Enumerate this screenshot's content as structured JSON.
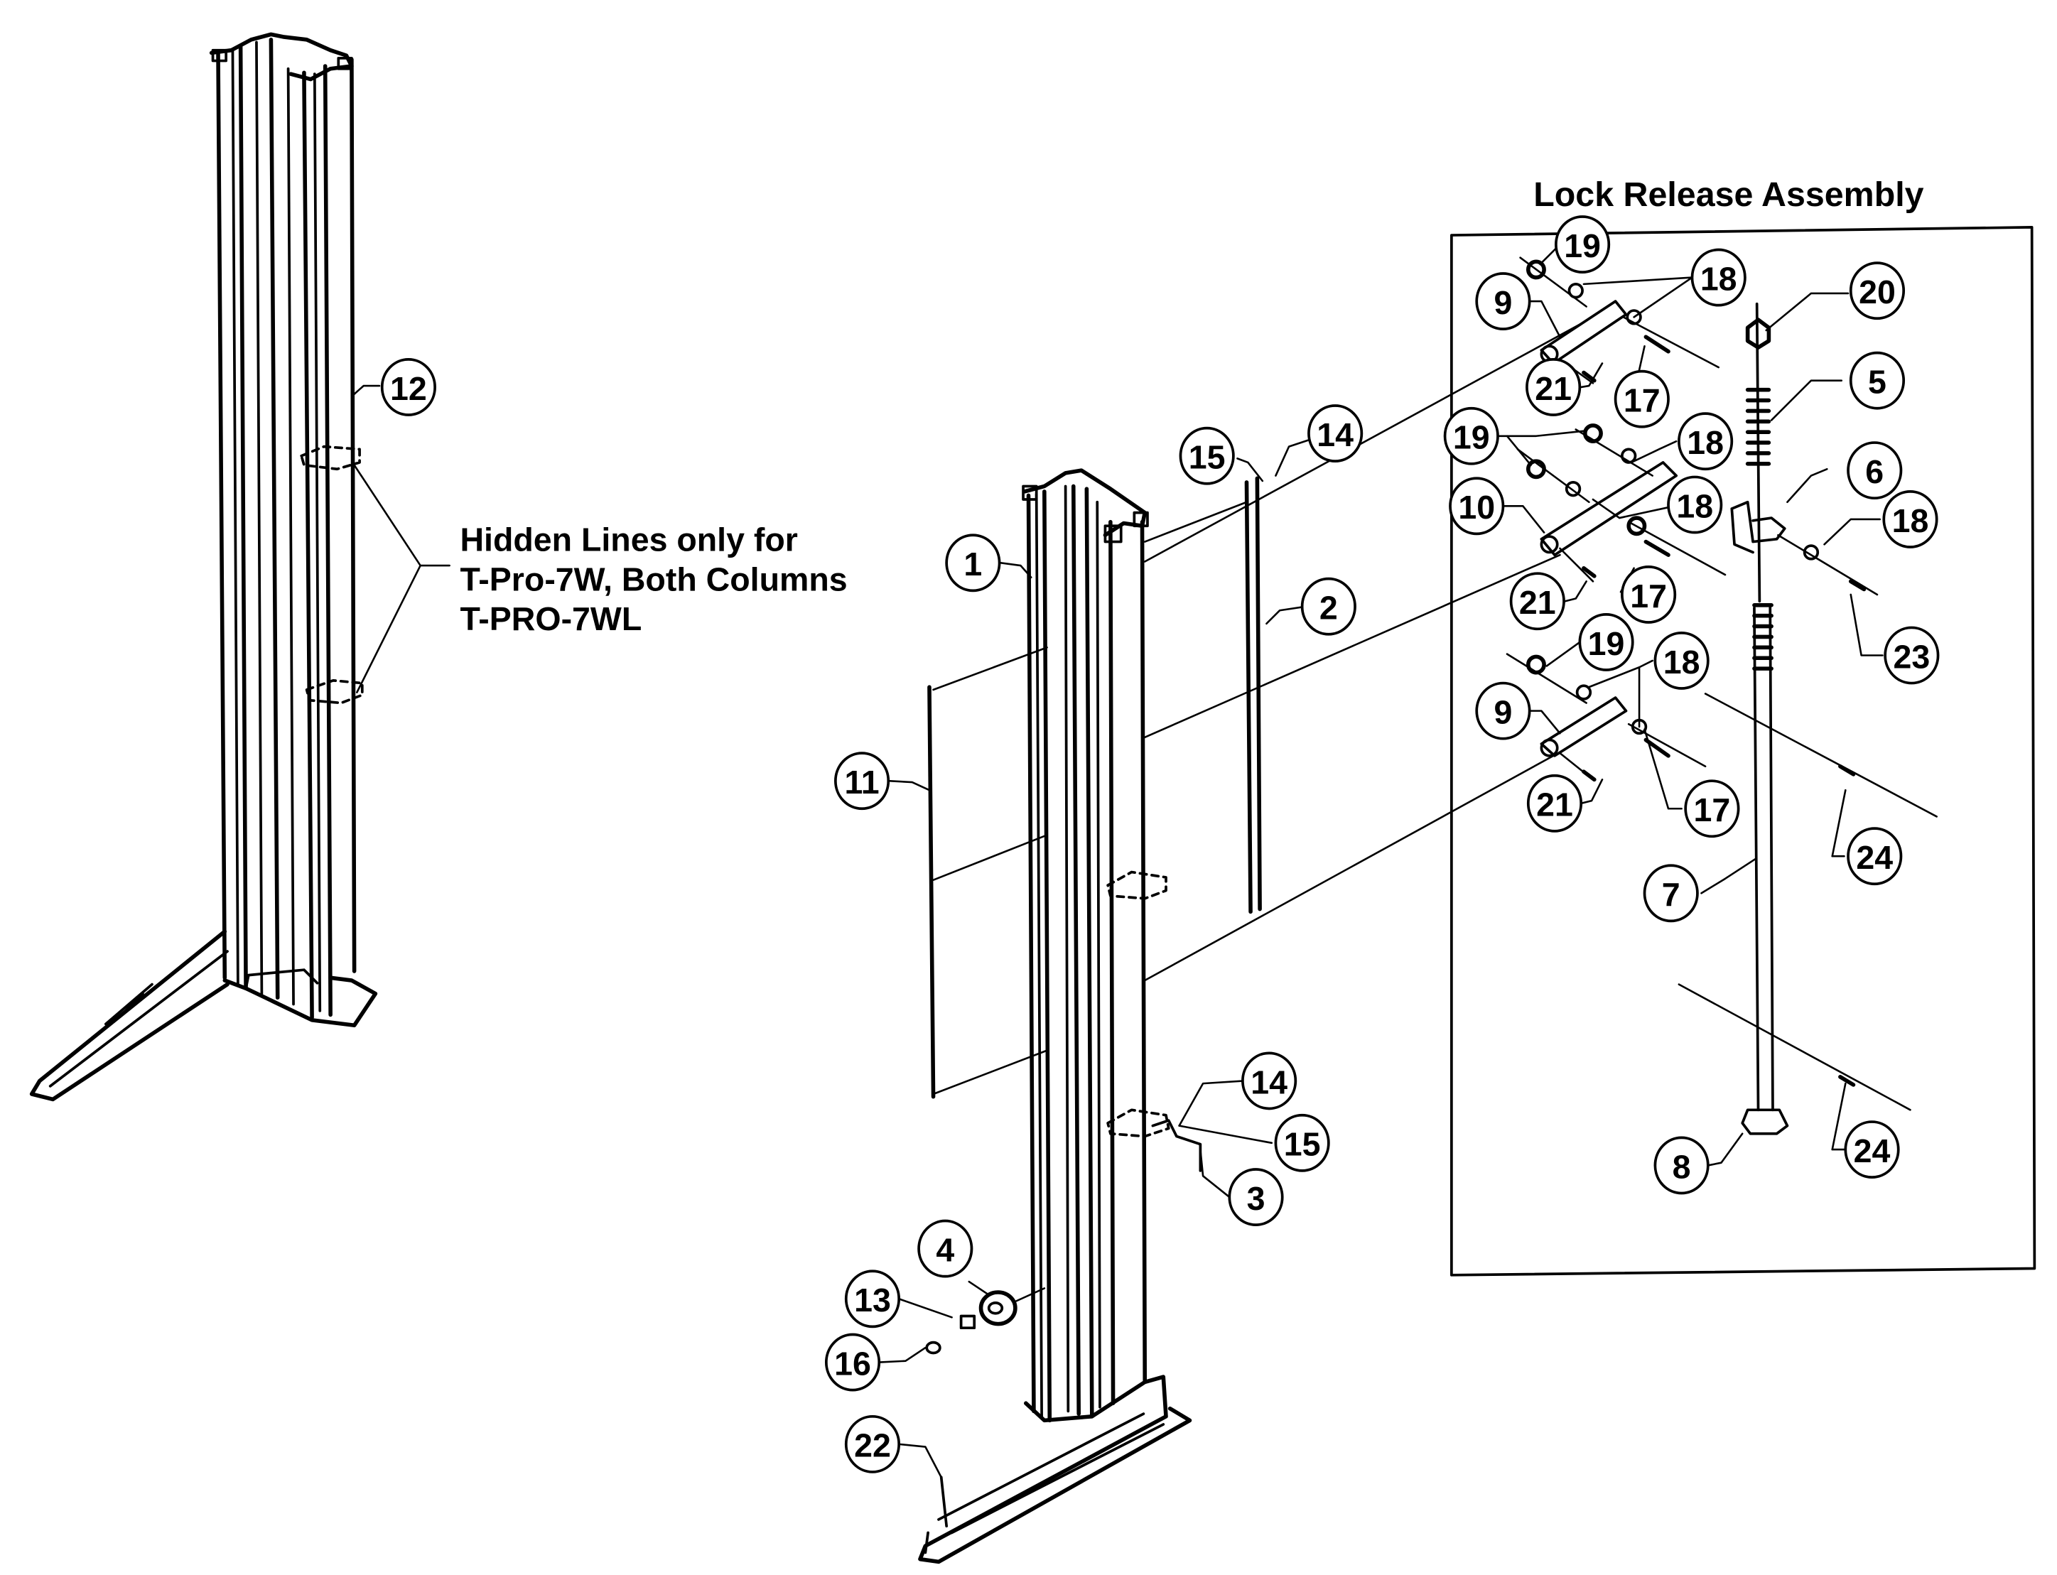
{
  "diagram": {
    "title": "Lock Release Assembly",
    "note_lines": [
      "Hidden Lines only for",
      "T-Pro-7W, Both Columns",
      "T-PRO-7WL"
    ],
    "colors": {
      "ink": "#000000",
      "paper": "#ffffff"
    },
    "callouts": [
      {
        "id": "12",
        "group": "left-column"
      },
      {
        "id": "1",
        "group": "main-column"
      },
      {
        "id": "11",
        "group": "main-column"
      },
      {
        "id": "15",
        "group": "main-column"
      },
      {
        "id": "14",
        "group": "main-column"
      },
      {
        "id": "2",
        "group": "main-column"
      },
      {
        "id": "14",
        "group": "main-column"
      },
      {
        "id": "15",
        "group": "main-column"
      },
      {
        "id": "3",
        "group": "main-column"
      },
      {
        "id": "4",
        "group": "main-column"
      },
      {
        "id": "13",
        "group": "main-column"
      },
      {
        "id": "16",
        "group": "main-column"
      },
      {
        "id": "22",
        "group": "main-column"
      },
      {
        "id": "19",
        "group": "lock-release"
      },
      {
        "id": "18",
        "group": "lock-release"
      },
      {
        "id": "9",
        "group": "lock-release"
      },
      {
        "id": "20",
        "group": "lock-release"
      },
      {
        "id": "21",
        "group": "lock-release"
      },
      {
        "id": "17",
        "group": "lock-release"
      },
      {
        "id": "5",
        "group": "lock-release"
      },
      {
        "id": "19",
        "group": "lock-release"
      },
      {
        "id": "18",
        "group": "lock-release"
      },
      {
        "id": "10",
        "group": "lock-release"
      },
      {
        "id": "18",
        "group": "lock-release"
      },
      {
        "id": "6",
        "group": "lock-release"
      },
      {
        "id": "18",
        "group": "lock-release"
      },
      {
        "id": "21",
        "group": "lock-release"
      },
      {
        "id": "17",
        "group": "lock-release"
      },
      {
        "id": "23",
        "group": "lock-release"
      },
      {
        "id": "19",
        "group": "lock-release"
      },
      {
        "id": "18",
        "group": "lock-release"
      },
      {
        "id": "9",
        "group": "lock-release"
      },
      {
        "id": "21",
        "group": "lock-release"
      },
      {
        "id": "17",
        "group": "lock-release"
      },
      {
        "id": "24",
        "group": "lock-release"
      },
      {
        "id": "7",
        "group": "lock-release"
      },
      {
        "id": "24",
        "group": "lock-release"
      },
      {
        "id": "8",
        "group": "lock-release"
      }
    ]
  }
}
